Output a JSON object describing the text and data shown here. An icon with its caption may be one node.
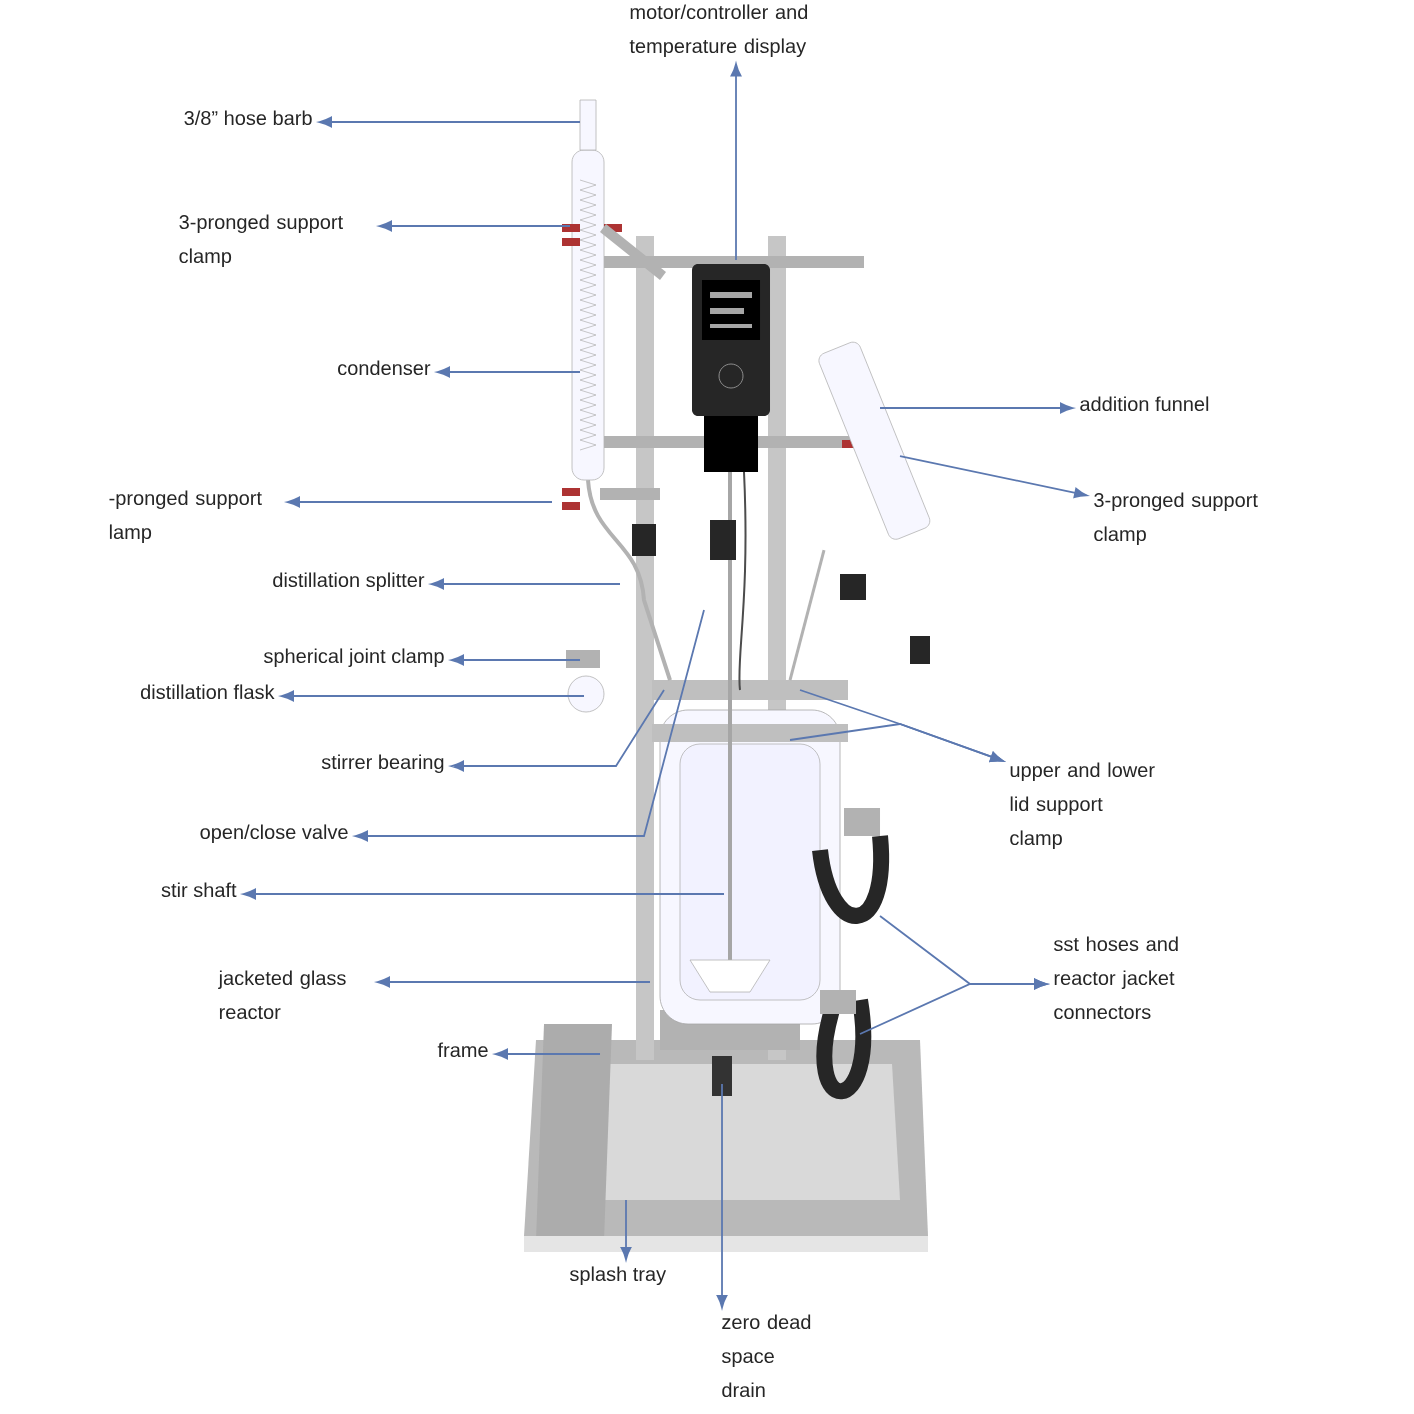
{
  "diagram": {
    "nodes": [
      {
        "text": [
          "motor/controller and temperature display"
        ]
      },
      {
        "text": [
          "3/8” hose barb"
        ]
      },
      {
        "text": [
          "3-pronged support clamp"
        ]
      },
      {
        "text": [
          "condenser"
        ]
      },
      {
        "text": [
          "-pronged support lamp"
        ]
      },
      {
        "text": [
          "distillation splitter"
        ]
      },
      {
        "text": [
          "spherical joint clamp"
        ]
      },
      {
        "text": [
          "distillation flask"
        ]
      },
      {
        "text": [
          "stirrer bearing"
        ]
      },
      {
        "text": [
          "open/close valve"
        ]
      },
      {
        "text": [
          "stir shaft"
        ]
      },
      {
        "text": [
          "jacketed glass reactor"
        ]
      },
      {
        "text": [
          "frame"
        ]
      },
      {
        "text": [
          "splash tray"
        ]
      },
      {
        "text": [
          "zero dead space drain"
        ]
      },
      {
        "text": [
          "addition funnel"
        ]
      },
      {
        "text": [
          "3-pronged support clamp"
        ]
      },
      {
        "text": [
          "upper and lower lid support clamp"
        ]
      },
      {
        "text": [
          "sst hoses and reactor jacket connectors"
        ]
      }
    ],
    "edges": [
      {
        "from": null,
        "to": 0,
        "arrow": "to"
      },
      {
        "from": null,
        "to": 1,
        "arrow": "to"
      },
      {
        "from": null,
        "to": 2,
        "arrow": "to"
      },
      {
        "from": null,
        "to": 3,
        "arrow": "to"
      },
      {
        "from": null,
        "to": 4,
        "arrow": "to"
      },
      {
        "from": null,
        "to": 5,
        "arrow": "to"
      },
      {
        "from": null,
        "to": 6,
        "arrow": "to"
      },
      {
        "from": null,
        "to": 7,
        "arrow": "to"
      },
      {
        "from": null,
        "to": 8,
        "arrow": "to"
      },
      {
        "from": null,
        "to": 9,
        "arrow": "to"
      },
      {
        "from": null,
        "to": 10,
        "arrow": "to"
      },
      {
        "from": null,
        "to": 11,
        "arrow": "to"
      },
      {
        "from": null,
        "to": 12,
        "arrow": "to"
      },
      {
        "from": null,
        "to": 13,
        "arrow": "to"
      },
      {
        "from": null,
        "to": 14,
        "arrow": "to"
      },
      {
        "from": null,
        "to": 15,
        "arrow": "to"
      },
      {
        "from": null,
        "to": 16,
        "arrow": "to"
      },
      {
        "from": null,
        "to": 17,
        "arrow": "to"
      },
      {
        "from": null,
        "to": 17,
        "arrow": "to"
      },
      {
        "from": null,
        "to": 18,
        "arrow": "to"
      },
      {
        "from": null,
        "to": 18,
        "arrow": "to"
      }
    ]
  }
}
